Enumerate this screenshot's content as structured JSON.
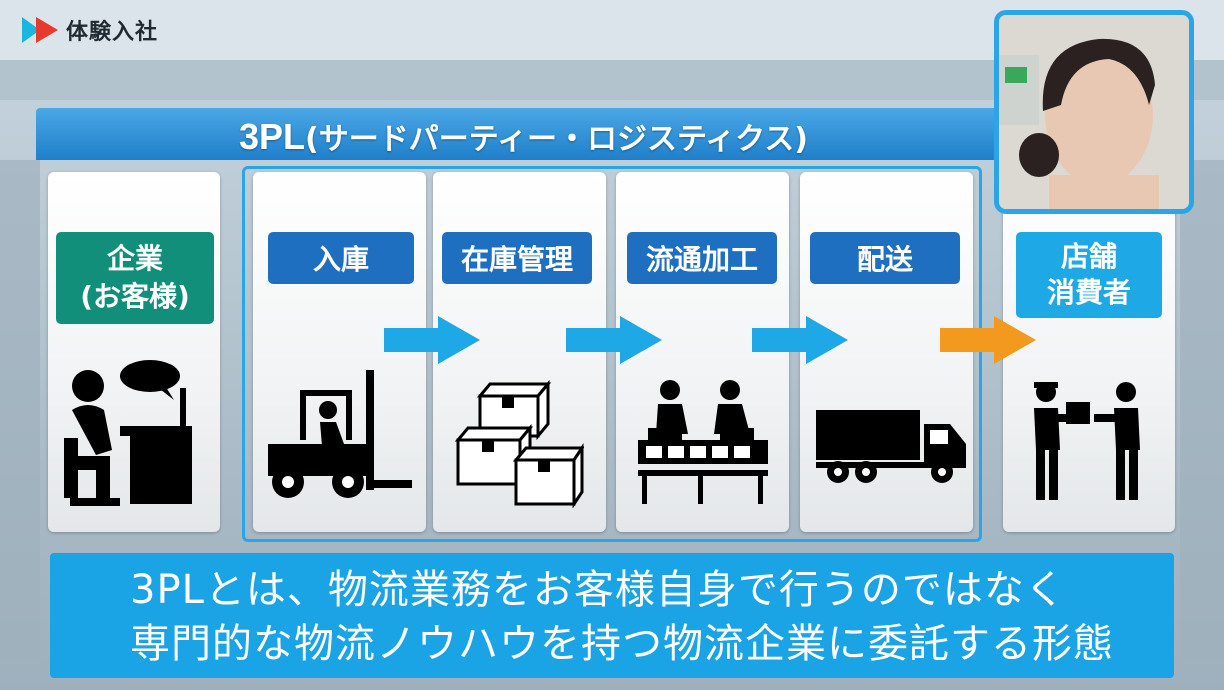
{
  "logo": {
    "text": "体験入社",
    "icon": "play-arrow-logo-icon"
  },
  "panel": {
    "title_main": "3PL",
    "title_sub": "(サードパーティー・ロジスティクス)"
  },
  "client": {
    "label_line1": "企業",
    "label_line2": "(お客様)",
    "icon": "office-worker-icon"
  },
  "steps": [
    {
      "label": "入庫",
      "icon": "forklift-icon"
    },
    {
      "label": "在庫管理",
      "icon": "boxes-icon"
    },
    {
      "label": "流通加工",
      "icon": "workers-icon"
    },
    {
      "label": "配送",
      "icon": "truck-icon"
    }
  ],
  "consumer": {
    "label_line1": "店舗",
    "label_line2": "消費者",
    "icon": "delivery-handover-icon"
  },
  "caption": {
    "line1": "3PLとは、物流業務をお客様自身で行うのではなく",
    "line2": "専門的な物流ノウハウを持つ物流企業に委託する形態"
  },
  "colors": {
    "accent": "#1aa4e6",
    "step_label": "#1f6fc0",
    "client_label": "#118f7a",
    "final_arrow": "#f39a1e"
  }
}
